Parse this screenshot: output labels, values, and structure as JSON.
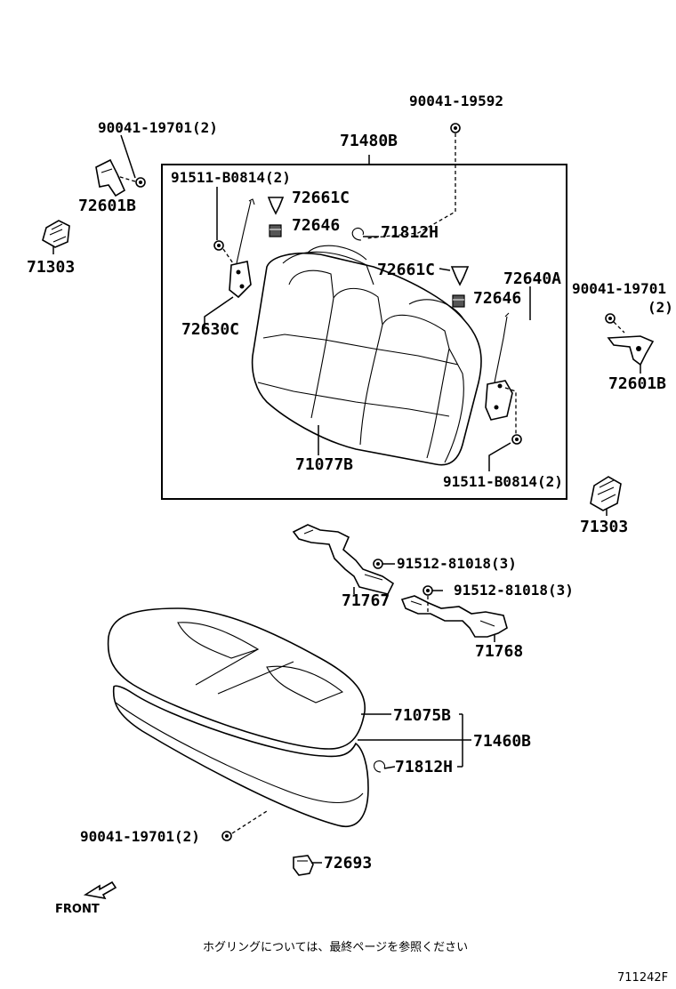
{
  "diagram": {
    "labels": {
      "l_90041_19592": "90041-19592",
      "l_90041_19701_top": "90041-19701(2)",
      "l_71480b": "71480B",
      "l_72601b_left": "72601B",
      "l_91511_b0814_top": "91511-B0814(2)",
      "l_72661c_a": "72661C",
      "l_72646_a": "72646",
      "l_71812h_top": "71812H",
      "l_71303_left": "71303",
      "l_72661c_b": "72661C",
      "l_72640a": "72640A",
      "l_72646_b": "72646",
      "l_90041_19701_right": "90041-19701",
      "l_qty_2_right": "(2)",
      "l_72630c": "72630C",
      "l_72601b_right": "72601B",
      "l_71077b": "71077B",
      "l_91511_b0814_bottom": "91511-B0814(2)",
      "l_71303_right": "71303",
      "l_91512_81018_a": "91512-81018(3)",
      "l_91512_81018_b": "91512-81018(3)",
      "l_71767": "71767",
      "l_71768": "71768",
      "l_71075b": "71075B",
      "l_71460b": "71460B",
      "l_71812h_bottom": "71812H",
      "l_90041_19701_bottom": "90041-19701(2)",
      "l_72693": "72693",
      "l_front": "FRONT"
    },
    "footer_note": "ホグリングについては、最終ページを参照ください",
    "figure_code": "711242F"
  }
}
